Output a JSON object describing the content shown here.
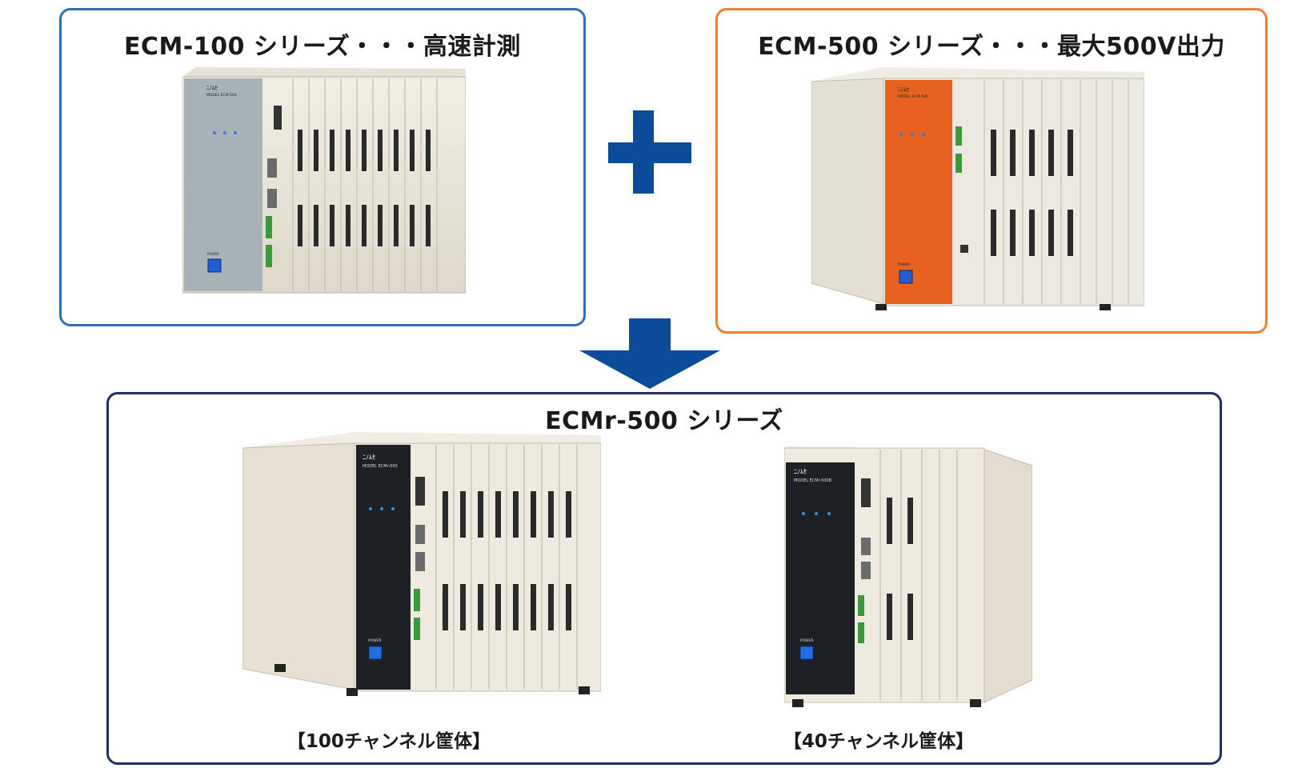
{
  "top_left": {
    "title": "ECM-100 シリーズ・・・高速計測",
    "product": {
      "brand": "ﾆﾉﾑｾ",
      "model": "MODEL ECM-500",
      "power": "POWER",
      "panel_color": "#a7b2b9"
    }
  },
  "top_right": {
    "title": "ECM-500 シリーズ・・・最大500V出力",
    "product": {
      "brand": "ﾆﾉﾑｾ",
      "model": "MODEL ECM-500",
      "power": "POWER",
      "panel_color": "#e8611e"
    }
  },
  "combine_icon": "plus-icon",
  "result_icon": "arrow-down-icon",
  "bottom": {
    "title": "ECMr-500 シリーズ",
    "products": [
      {
        "brand": "ﾆﾉﾑｾ",
        "model": "MODEL ECMr-500",
        "power": "POWER",
        "panel_color": "#1d2126",
        "caption": "【100チャンネル筐体】"
      },
      {
        "brand": "ﾆﾉﾑｾ",
        "model": "MODEL ECMr-500B",
        "power": "POWER",
        "panel_color": "#1d2126",
        "caption": "【40チャンネル筐体】"
      }
    ]
  },
  "colors": {
    "blue_border": "#2f6fb4",
    "orange_border": "#ef7f2e",
    "navy_border": "#1f2e64",
    "accent_blue": "#0b4c9a"
  }
}
